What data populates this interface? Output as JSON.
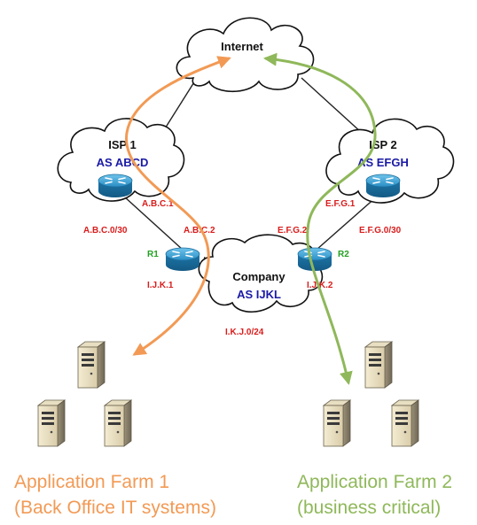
{
  "internet": {
    "label": "Internet"
  },
  "isp1": {
    "name": "ISP 1",
    "as": "AS ABCD",
    "router_ip": "A.B.C.1"
  },
  "isp2": {
    "name": "ISP 2",
    "as": "AS EFGH",
    "router_ip": "E.F.G.1"
  },
  "company": {
    "name": "Company",
    "as": "AS IJKL",
    "subnet": "I.K.J.0/24"
  },
  "links": {
    "isp1_subnet": "A.B.C.0/30",
    "isp2_subnet": "E.F.G.0/30",
    "r1_wan": "A.B.C.2",
    "r2_wan": "E.F.G.2",
    "r1_lan": "I.J.K.1",
    "r2_lan": "I.J.K.2"
  },
  "routers": {
    "r1": "R1",
    "r2": "R2"
  },
  "farms": {
    "farm1": {
      "title": "Application Farm 1",
      "subtitle": "(Back Office IT systems)",
      "color": "#f29a55"
    },
    "farm2": {
      "title": "Application Farm 2",
      "subtitle": "(business critical)",
      "color": "#8fb85a"
    }
  },
  "colors": {
    "ip_label": "#d91c1c",
    "as_label": "#1a1aa6",
    "router_label": "#22a022",
    "router_fill": "#2a92c9"
  }
}
